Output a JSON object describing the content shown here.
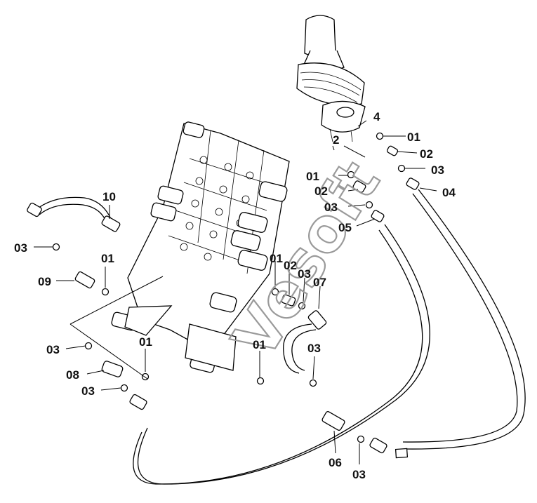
{
  "diagram": {
    "callouts": {
      "c_4": "4",
      "c_2": "2",
      "c_01_a": "01",
      "c_02_a": "02",
      "c_03_a": "03",
      "c_04": "04",
      "c_01_b": "01",
      "c_02_b": "02",
      "c_03_b": "03",
      "c_05": "05",
      "c_10": "10",
      "c_03_c": "03",
      "c_01_c": "01",
      "c_09": "09",
      "c_01_d": "01",
      "c_02_d": "02",
      "c_03_d": "03",
      "c_07": "07",
      "c_01_e": "01",
      "c_03_e": "03",
      "c_08": "08",
      "c_03_f": "03",
      "c_01_f": "01",
      "c_03_g": "03",
      "c_06": "06",
      "c_03_h": "03"
    },
    "watermark": "Vesoft"
  }
}
